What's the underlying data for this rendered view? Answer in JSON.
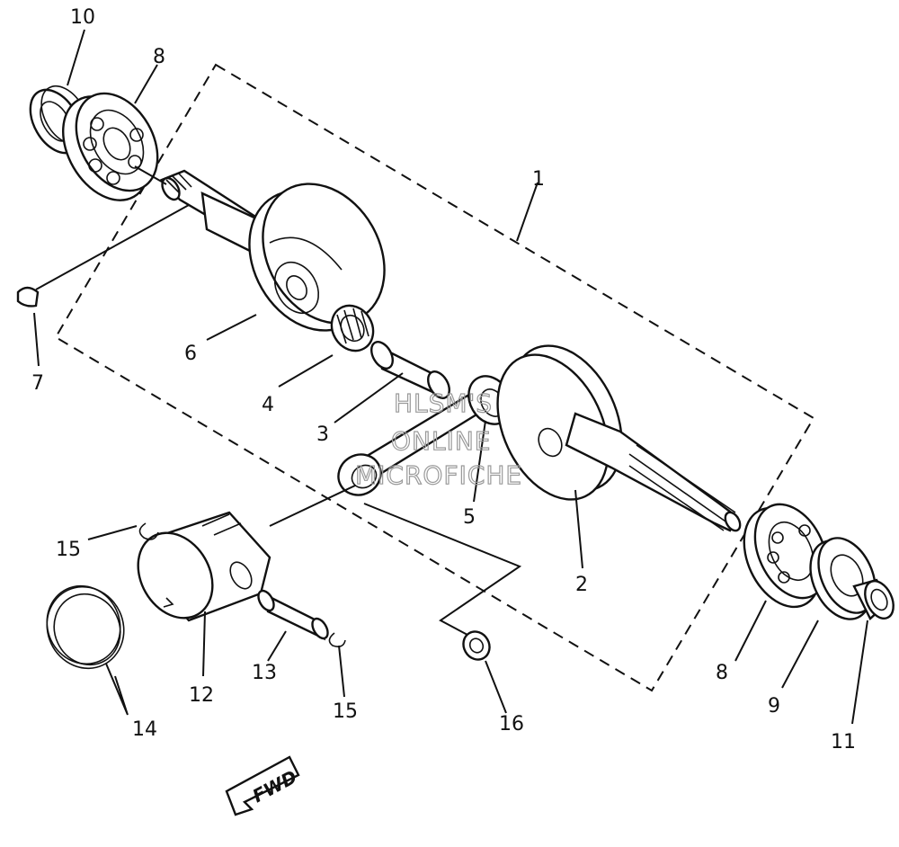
{
  "callouts": [
    "1",
    "2",
    "3",
    "4",
    "5",
    "6",
    "7",
    "8",
    "8",
    "9",
    "10",
    "11",
    "12",
    "13",
    "14",
    "15",
    "15",
    "16"
  ],
  "watermark": [
    "HLSM'S",
    "ONLINE",
    "MICROFICHE"
  ],
  "direction_badge": "FWD"
}
